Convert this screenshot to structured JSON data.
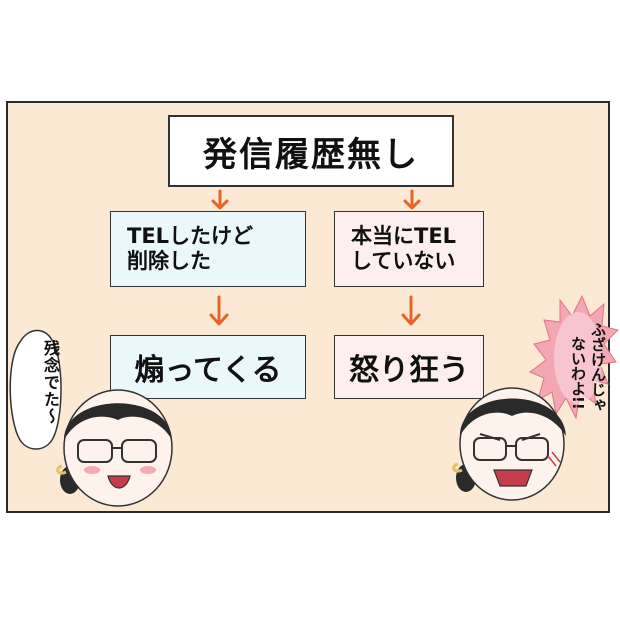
{
  "panel": {
    "title": "発信履歴無し",
    "left_branch": {
      "condition": "TELしたけど\n削除した",
      "result": "煽ってくる"
    },
    "right_branch": {
      "condition": "本当にTEL\nしていない",
      "result": "怒り狂う"
    }
  },
  "speech": {
    "left": "残念でた〜",
    "right_line1": "ふざけんじゃ",
    "right_line2": "ないわよ!!"
  },
  "colors": {
    "panel_bg": "#fbe9d4",
    "arrow": "#e5642a",
    "left_box": "#eaf7fb",
    "right_box": "#fdeff0",
    "anger_bubble": "#f2a7b3"
  }
}
